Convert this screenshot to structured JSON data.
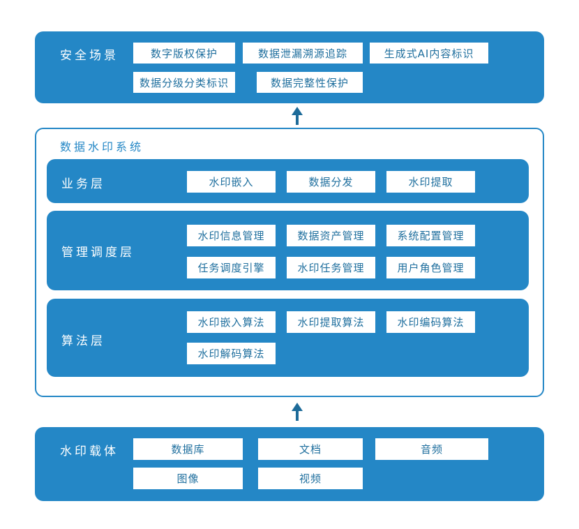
{
  "security": {
    "title": "安全场景",
    "items": [
      "数字版权保护",
      "数据泄漏溯源追踪",
      "生成式AI内容标识",
      "数据分级分类标识",
      "数据完整性保护"
    ]
  },
  "system": {
    "title": "数据水印系统",
    "business": {
      "title": "业务层",
      "items": [
        "水印嵌入",
        "数据分发",
        "水印提取"
      ]
    },
    "management": {
      "title": "管理调度层",
      "items": [
        "水印信息管理",
        "数据资产管理",
        "系统配置管理",
        "任务调度引擎",
        "水印任务管理",
        "用户角色管理"
      ]
    },
    "algorithm": {
      "title": "算法层",
      "items": [
        "水印嵌入算法",
        "水印提取算法",
        "水印编码算法",
        "水印解码算法"
      ]
    }
  },
  "carrier": {
    "title": "水印载体",
    "items": [
      "数据库",
      "文档",
      "音频",
      "图像",
      "视频"
    ]
  },
  "colors": {
    "panel": "#2487c6",
    "chip_text": "#1f6f9e",
    "arrow": "#1d6b99"
  },
  "icons": [
    "arrow-up-icon",
    "arrow-up-icon"
  ]
}
